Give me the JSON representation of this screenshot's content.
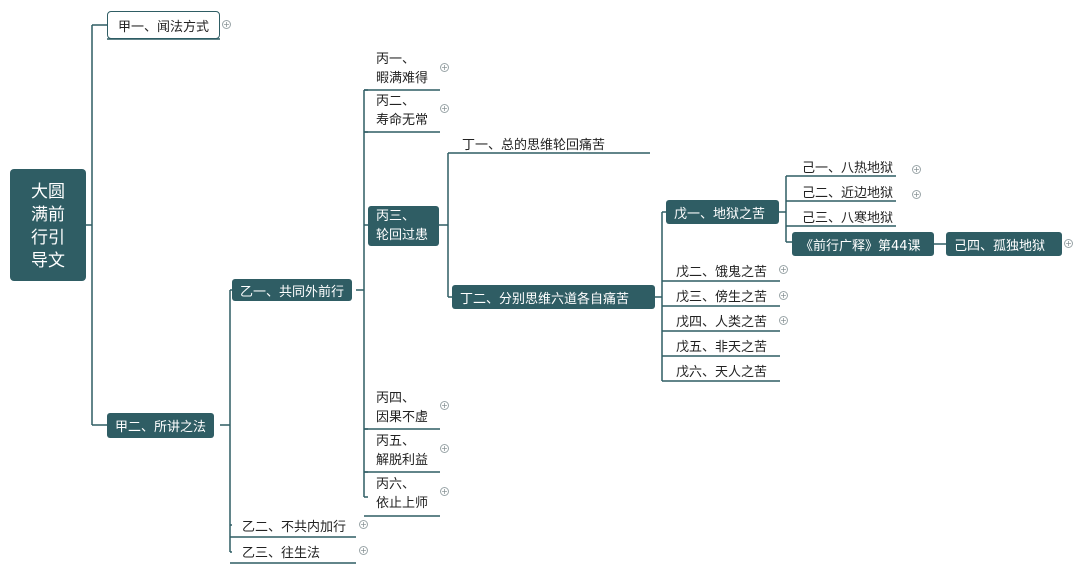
{
  "diagram": {
    "root": {
      "lines": [
        "大圆",
        "满前",
        "行引",
        "导文"
      ]
    },
    "jia1": "甲一、闻法方式",
    "jia2": "甲二、所讲之法",
    "yi1": "乙一、共同外前行",
    "yi2": "乙二、不共内加行",
    "yi3": "乙三、往生法",
    "bing1": [
      "丙一、",
      "暇满难得"
    ],
    "bing2": [
      "丙二、",
      "寿命无常"
    ],
    "bing3": [
      "丙三、",
      "轮回过患"
    ],
    "bing4": [
      "丙四、",
      "因果不虚"
    ],
    "bing5": [
      "丙五、",
      "解脱利益"
    ],
    "bing6": [
      "丙六、",
      "依止上师"
    ],
    "ding1": "丁一、总的思维轮回痛苦",
    "ding2": "丁二、分别思维六道各自痛苦",
    "wu1": "戊一、地狱之苦",
    "wu2": "戊二、饿鬼之苦",
    "wu3": "戊三、傍生之苦",
    "wu4": "戊四、人类之苦",
    "wu5": "戊五、非天之苦",
    "wu6": "戊六、天人之苦",
    "ji1": "己一、八热地狱",
    "ji2": "己二、近边地狱",
    "ji3": "己三、八寒地狱",
    "ref": "《前行广释》第44课",
    "ji4": "己四、孤独地狱",
    "expand_glyph": "+"
  },
  "colors": {
    "node_fill": "#2f5d64",
    "line": "#2f5d64",
    "text_dark": "#222222",
    "text_light": "#ffffff"
  }
}
